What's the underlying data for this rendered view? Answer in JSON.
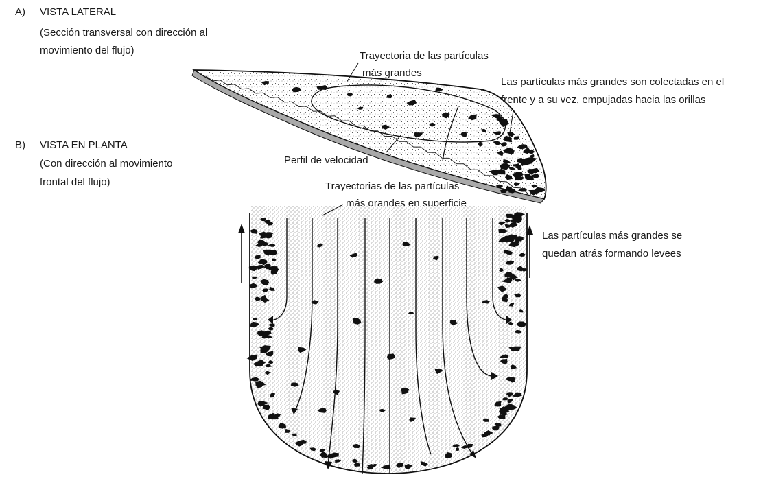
{
  "section_a": {
    "letter": "A)",
    "title": "VISTA LATERAL",
    "subtitle_line1": "(Sección transversal con dirección al",
    "subtitle_line2": "movimiento del flujo)"
  },
  "section_b": {
    "letter": "B)",
    "title": "VISTA EN PLANTA",
    "subtitle_line1": "(Con dirección al movimiento",
    "subtitle_line2": "frontal del flujo)"
  },
  "labels": {
    "trayectoria_line1": "Trayectoria de las partículas",
    "trayectoria_line2": "más grandes",
    "colectadas_line1": "Las partículas más grandes son colectadas en el",
    "colectadas_line2": "frente y a su vez, empujadas hacia las orillas",
    "perfil": "Perfil de velocidad",
    "superficie_line1": "Trayectorias de las partículas",
    "superficie_line2": "más grandes en superficie",
    "levees_line1": "Las partículas más grandes se",
    "levees_line2": "quedan atrás formando levees"
  }
}
